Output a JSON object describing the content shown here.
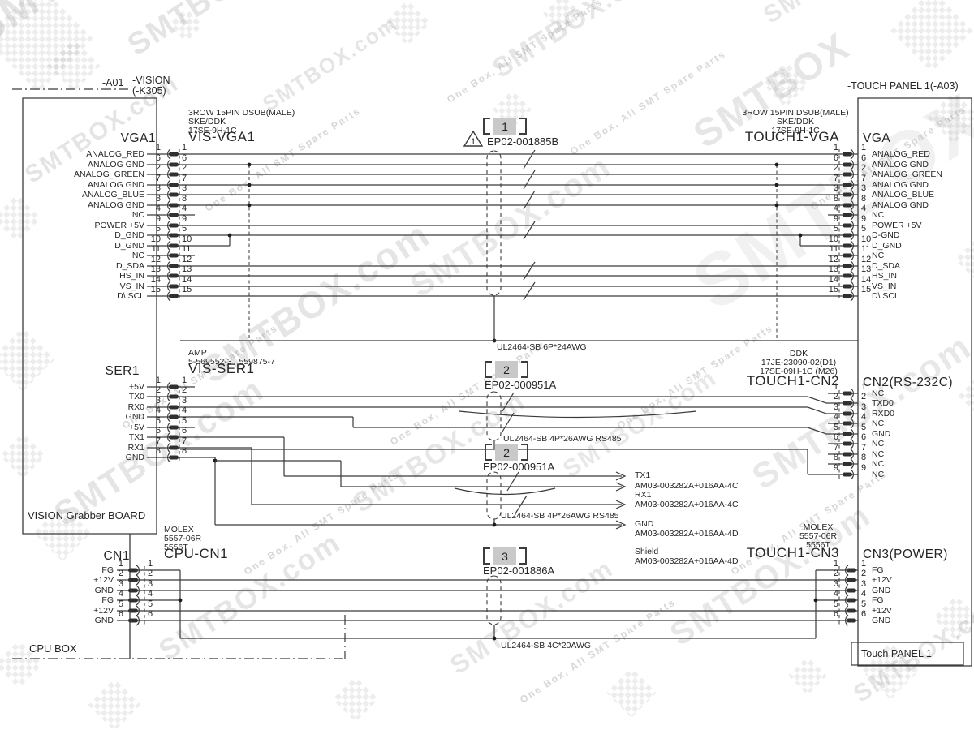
{
  "watermark": {
    "brand": "SMTBOX.com",
    "brand_short": "SMTBOX",
    "tagline": "One Box, All SMT Spare Parts"
  },
  "frame": {
    "ref": "-A01",
    "system": "-VISION",
    "system_sub": "(-K305)",
    "touch_panel": "-TOUCH PANEL 1(-A03)",
    "vision_board": "VISION Grabber BOARD",
    "cpu_box": "CPU BOX",
    "touch_panel_box": "Touch PANEL 1"
  },
  "connectors": {
    "vga1": {
      "part": [
        "3ROW 15PIN DSUB(MALE)",
        "SKE/DDK",
        "17SE-9H-1C"
      ],
      "port": "VGA1",
      "name": "VIS-VGA1",
      "pins": [
        [
          "1",
          "ANALOG_RED"
        ],
        [
          "6",
          "ANALOG GND"
        ],
        [
          "2",
          "ANALOG_GREEN"
        ],
        [
          "7",
          "ANALOG GND"
        ],
        [
          "3",
          "ANALOG_BLUE"
        ],
        [
          "8",
          "ANALOG GND"
        ],
        [
          "4",
          "NC"
        ],
        [
          "9",
          "POWER +5V"
        ],
        [
          "5",
          "D_GND"
        ],
        [
          "10",
          "D_GND"
        ],
        [
          "11",
          "NC"
        ],
        [
          "12",
          "D_SDA"
        ],
        [
          "13",
          "HS_IN"
        ],
        [
          "14",
          "VS_IN"
        ],
        [
          "15",
          "D\\ SCL"
        ]
      ]
    },
    "touch1_vga": {
      "part": [
        "3ROW 15PIN DSUB(MALE)",
        "SKE/DDK",
        "17SE-9H-1C"
      ],
      "name": "TOUCH1-VGA",
      "port": "VGA",
      "pins": [
        [
          "1",
          "ANALOG_RED"
        ],
        [
          "6",
          "ANALOG GND"
        ],
        [
          "2",
          "ANALOG_GREEN"
        ],
        [
          "7",
          "ANALOG GND"
        ],
        [
          "3",
          "ANALOG_BLUE"
        ],
        [
          "8",
          "ANALOG GND"
        ],
        [
          "4",
          "NC"
        ],
        [
          "9",
          "POWER +5V"
        ],
        [
          "5",
          "D-GND"
        ],
        [
          "10",
          "D_GND"
        ],
        [
          "11",
          "NC"
        ],
        [
          "12",
          "D_SDA"
        ],
        [
          "13",
          "HS_IN"
        ],
        [
          "14",
          "VS_IN"
        ],
        [
          "15",
          "D\\ SCL"
        ]
      ]
    },
    "ser1": {
      "part": [
        "AMP",
        "5-569552-3   559875-7"
      ],
      "port": "SER1",
      "name": "VIS-SER1",
      "pins": [
        [
          "1",
          "+5V"
        ],
        [
          "2",
          "TX0"
        ],
        [
          "3",
          "RX0"
        ],
        [
          "4",
          "GND"
        ],
        [
          "5",
          "+5V"
        ],
        [
          "6",
          "TX1"
        ],
        [
          "7",
          "RX1"
        ],
        [
          "8",
          "GND"
        ]
      ]
    },
    "touch1_cn2": {
      "part": [
        "DDK",
        "17JE-23090-02(D1)",
        "17SE-09H-1C (M26)"
      ],
      "name": "TOUCH1-CN2",
      "port": "CN2(RS-232C)",
      "pins": [
        [
          "1",
          "NC"
        ],
        [
          "2",
          "TXD0"
        ],
        [
          "3",
          "RXD0"
        ],
        [
          "4",
          "NC"
        ],
        [
          "5",
          "GND"
        ],
        [
          "6",
          "NC"
        ],
        [
          "7",
          "NC"
        ],
        [
          "8",
          "NC"
        ],
        [
          "9",
          "NC"
        ]
      ]
    },
    "cn1": {
      "part": [
        "MOLEX",
        "5557-06R",
        "5556T"
      ],
      "port": "CN1",
      "name": "CPU-CN1",
      "pins": [
        [
          "1",
          "FG"
        ],
        [
          "2",
          "+12V"
        ],
        [
          "3",
          "GND"
        ],
        [
          "4",
          "FG"
        ],
        [
          "5",
          "+12V"
        ],
        [
          "6",
          "GND"
        ]
      ]
    },
    "touch1_cn3": {
      "part": [
        "MOLEX",
        "5557-06R",
        "5556T"
      ],
      "name": "TOUCH1-CN3",
      "port": "CN3(POWER)",
      "pins": [
        [
          "1",
          "FG"
        ],
        [
          "2",
          "+12V"
        ],
        [
          "3",
          "GND"
        ],
        [
          "4",
          "FG"
        ],
        [
          "5",
          "+12V"
        ],
        [
          "6",
          "GND"
        ]
      ]
    }
  },
  "harness_tags": [
    {
      "num": "1",
      "code": "EP02-001885B"
    },
    {
      "num": "2",
      "code": "EP02-000951A"
    },
    {
      "num": "2",
      "code": "EP02-000951A"
    },
    {
      "num": "3",
      "code": "EP02-001886A"
    }
  ],
  "warning": {
    "num": "1"
  },
  "cables": {
    "vga": "UL2464-SB 6P*24AWG",
    "serial_a": "UL2464-SB 4P*26AWG RS485",
    "serial_b": "UL2464-SB 4P*26AWG RS485",
    "power": "UL2464-SB 4C*20AWG"
  },
  "leads": [
    {
      "name": "TX1",
      "code": "AM03-003282A+016AA-4C"
    },
    {
      "name": "RX1",
      "code": "AM03-003282A+016AA-4C"
    },
    {
      "name": "GND",
      "code": "AM03-003282A+016AA-4D"
    },
    {
      "name": "Shield",
      "code": "AM03-003282A+016AA-4D"
    }
  ],
  "colors": {
    "line": "#3a3a3a",
    "tag_fill": "#c9c9c9",
    "watermark": "#9a9a9a"
  }
}
